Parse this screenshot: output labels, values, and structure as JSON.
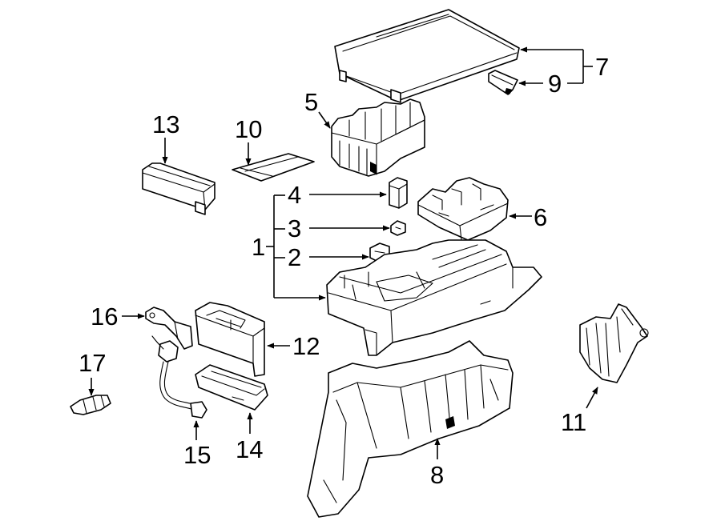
{
  "callouts": [
    {
      "id": "1",
      "text": "1"
    },
    {
      "id": "2",
      "text": "2"
    },
    {
      "id": "3",
      "text": "3"
    },
    {
      "id": "4",
      "text": "4"
    },
    {
      "id": "5",
      "text": "5"
    },
    {
      "id": "6",
      "text": "6"
    },
    {
      "id": "7",
      "text": "7"
    },
    {
      "id": "8",
      "text": "8"
    },
    {
      "id": "9",
      "text": "9"
    },
    {
      "id": "10",
      "text": "10"
    },
    {
      "id": "11",
      "text": "11"
    },
    {
      "id": "12",
      "text": "12"
    },
    {
      "id": "13",
      "text": "13"
    },
    {
      "id": "14",
      "text": "14"
    },
    {
      "id": "15",
      "text": "15"
    },
    {
      "id": "16",
      "text": "16"
    },
    {
      "id": "17",
      "text": "17"
    }
  ],
  "colors": {
    "background": "#ffffff",
    "line": "#000000"
  }
}
